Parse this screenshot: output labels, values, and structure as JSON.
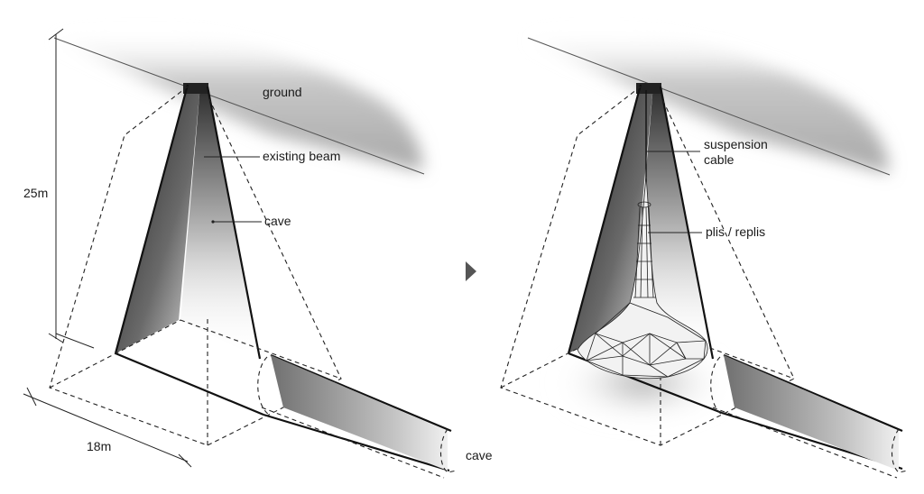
{
  "left_panel": {
    "labels": {
      "ground": "ground",
      "existing_beam": "existing beam",
      "cave_center": "cave",
      "cave_tunnel": "cave",
      "height_dim": "25m",
      "width_dim": "18m"
    }
  },
  "right_panel": {
    "labels": {
      "suspension_cable_line1": "suspension",
      "suspension_cable_line2": "cable",
      "plis_replis": "plis / replis"
    }
  },
  "colors": {
    "ground_shadow": "#bdbdbd",
    "line": "#111111",
    "wall_dark": "#3a3a3a",
    "arrow": "#555555"
  },
  "icons": {
    "transition": "play-triangle-icon"
  }
}
